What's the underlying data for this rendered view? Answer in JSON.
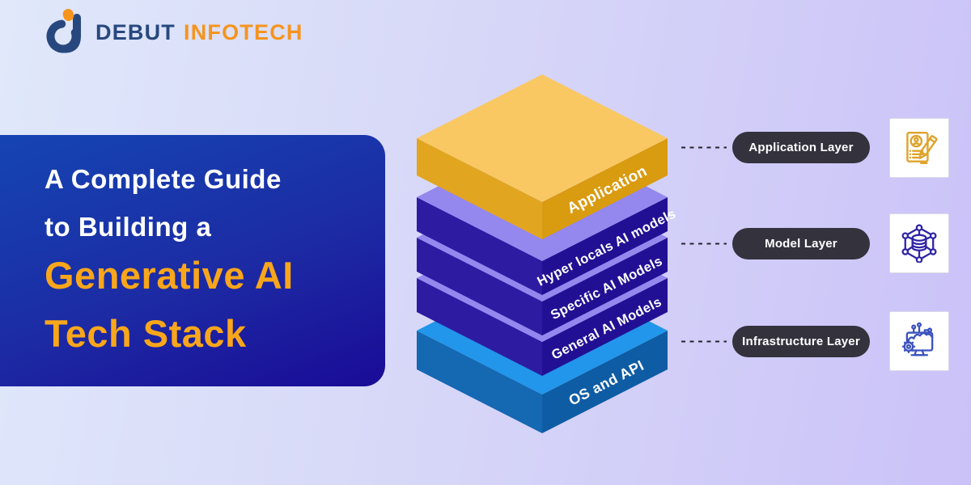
{
  "brand": {
    "logo_text_primary": "DEBUT",
    "logo_text_secondary": "INFOTECH"
  },
  "hero": {
    "line1": "A Complete Guide",
    "line2": "to Building a",
    "highlight_line1": "Generative AI",
    "highlight_line2": "Tech Stack"
  },
  "stack": {
    "layers": [
      {
        "label": "Application",
        "tier": "application"
      },
      {
        "label": "Hyper locals AI models",
        "tier": "model"
      },
      {
        "label": "Specific AI Models",
        "tier": "model"
      },
      {
        "label": "General AI Models",
        "tier": "model"
      },
      {
        "label": "OS and API",
        "tier": "infrastructure"
      }
    ]
  },
  "callouts": [
    {
      "label": "Application Layer",
      "icon": "document-avatar-pencil-icon"
    },
    {
      "label": "Model Layer",
      "icon": "network-database-icon"
    },
    {
      "label": "Infrastructure Layer",
      "icon": "monitor-gear-circuit-icon"
    }
  ],
  "colors": {
    "background_left": "#e0e8fa",
    "background_right": "#cbc2f8",
    "panel_top": "#1545b2",
    "panel_bottom": "#1a0b97",
    "headline_white": "#ffffff",
    "headline_orange": "#f9a61b",
    "brand_navy": "#27487f",
    "brand_orange": "#f6941e",
    "slab_yellow_top": "#f9c863",
    "slab_yellow_left": "#e2a51f",
    "slab_yellow_right": "#d99b10",
    "slab_purple_top": "#9488ef",
    "slab_purple_left": "#2d1ba2",
    "slab_purple_right": "#221094",
    "slab_blue_top": "#2196eb",
    "slab_blue_left": "#1568b2",
    "slab_blue_right": "#0e5ca4",
    "pill_background": "#34323d",
    "pill_text": "#ffffff",
    "dash_line": "#26242e"
  }
}
